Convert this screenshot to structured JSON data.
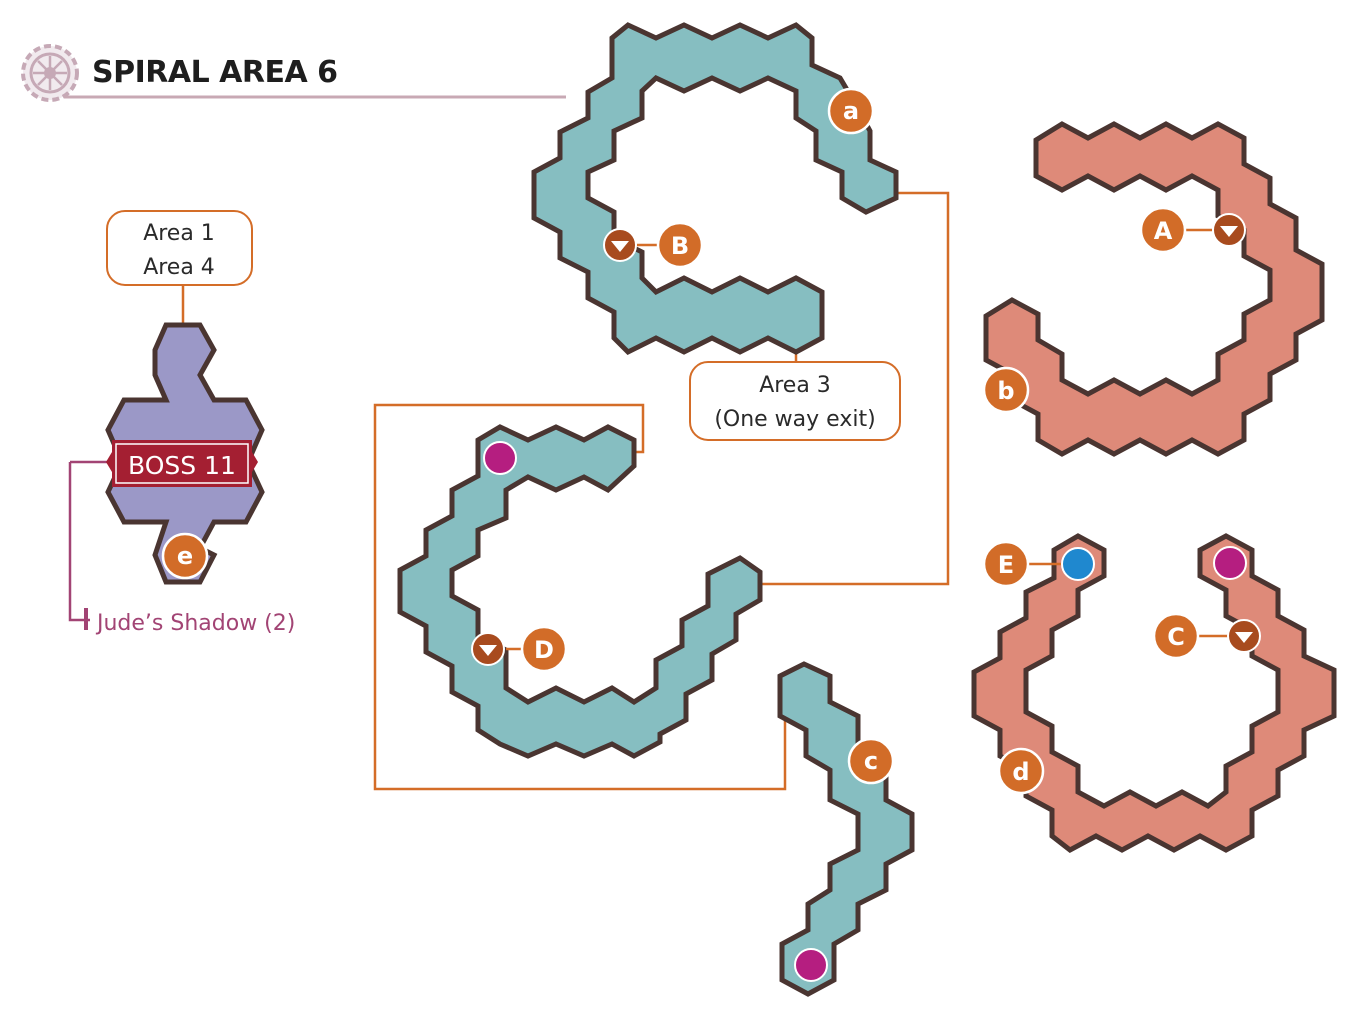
{
  "title": "SPIRAL AREA 6",
  "callouts": {
    "top_left": [
      "Area 1",
      "Area 4"
    ],
    "area3": [
      "Area 3",
      "(One way exit)"
    ]
  },
  "boss": {
    "label": "BOSS 11",
    "name": "Jude’s Shadow (2)"
  },
  "markers": {
    "a": "a",
    "b": "b",
    "c": "c",
    "d": "d",
    "e": "e",
    "A": "A",
    "B": "B",
    "C": "C",
    "D": "D",
    "E": "E"
  },
  "colors": {
    "teal_floor": "#86bec1",
    "salmon_floor": "#de8a79",
    "lavender_floor": "#9b98c7",
    "wall_outline": "#4a3531",
    "marker_orange": "#d26c28",
    "chest_red": "#a84b1e",
    "purple_dot": "#b51e80",
    "blue_dot": "#1f88cf",
    "connector_line": "#d46d28",
    "boss_red": "#a41f32",
    "boss_text_pink": "#a24474",
    "title_rule": "#c8a9b4"
  },
  "icons": [
    "gear-icon",
    "chest-down-icon",
    "warp-point-icon",
    "save-point-icon"
  ]
}
